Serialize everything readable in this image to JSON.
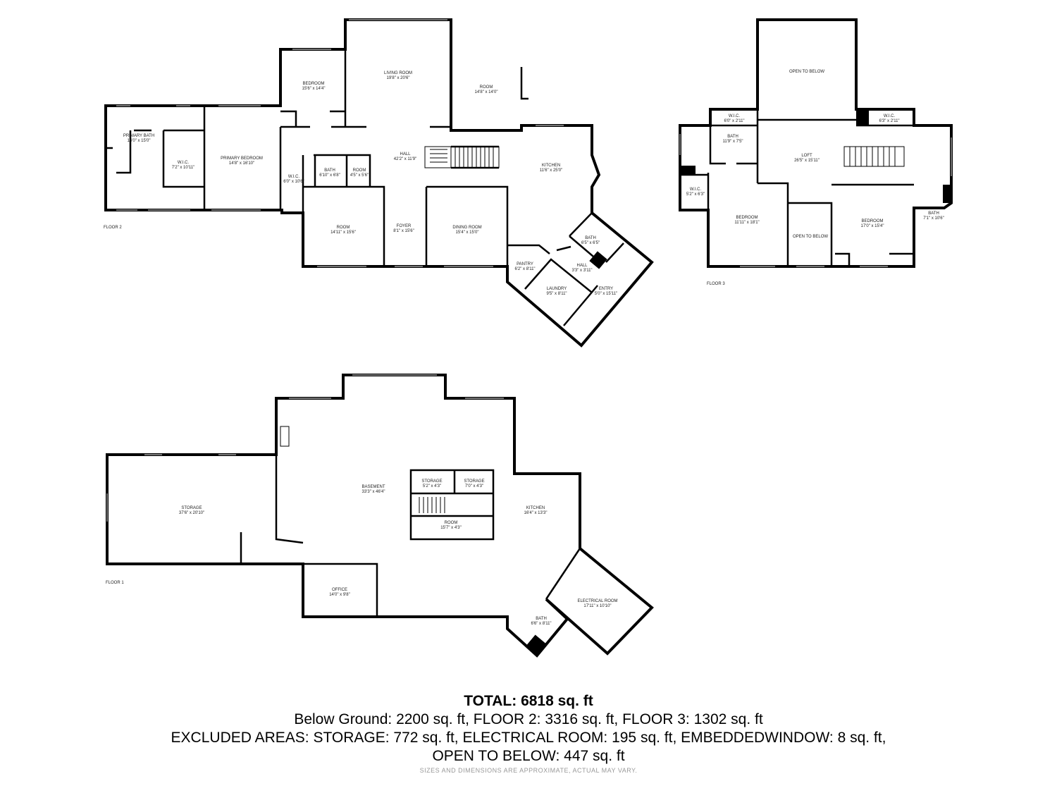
{
  "floors": [
    {
      "label": "FLOOR 2",
      "rooms": [
        {
          "name": "BEDROOM",
          "dims": "15'6\" x 14'4\""
        },
        {
          "name": "LIVING ROOM",
          "dims": "19'8\" x 20'6\""
        },
        {
          "name": "ROOM",
          "dims": "14'8\" x 14'0\""
        },
        {
          "name": "PRIMARY BATH",
          "dims": "16'0\" x 15'0\""
        },
        {
          "name": "W.I.C.",
          "dims": "7'2\" x 10'11\""
        },
        {
          "name": "PRIMARY BEDROOM",
          "dims": "14'8\" x 16'10\""
        },
        {
          "name": "W.I.C.",
          "dims": "6'0\" x 10'6\""
        },
        {
          "name": "BATH",
          "dims": "6'10\" x 6'8\""
        },
        {
          "name": "ROOM",
          "dims": "4'5\" x 5'6\""
        },
        {
          "name": "HALL",
          "dims": "42'2\" x 11'9\""
        },
        {
          "name": "KITCHEN",
          "dims": "11'6\" x 25'0\""
        },
        {
          "name": "ROOM",
          "dims": "14'11\" x 15'6\""
        },
        {
          "name": "FOYER",
          "dims": "8'1\" x 15'6\""
        },
        {
          "name": "DINING ROOM",
          "dims": "15'4\" x 15'0\""
        },
        {
          "name": "BATH",
          "dims": "6'5\" x 6'5\""
        },
        {
          "name": "HALL",
          "dims": "3'3\" x 3'11\""
        },
        {
          "name": "PANTRY",
          "dims": "6'2\" x 8'11\""
        },
        {
          "name": "LAUNDRY",
          "dims": "9'5\" x 8'11\""
        },
        {
          "name": "ENTRY",
          "dims": "5'0\" x 15'11\""
        }
      ]
    },
    {
      "label": "FLOOR 3",
      "rooms": [
        {
          "name": "OPEN TO BELOW",
          "dims": ""
        },
        {
          "name": "W.I.C.",
          "dims": "6'0\" x 2'11\""
        },
        {
          "name": "W.I.C.",
          "dims": "6'3\" x 2'11\""
        },
        {
          "name": "BATH",
          "dims": "11'9\" x 7'5\""
        },
        {
          "name": "LOFT",
          "dims": "26'5\" x 15'11\""
        },
        {
          "name": "W.I.C.",
          "dims": "5'2\" x 6'3\""
        },
        {
          "name": "BEDROOM",
          "dims": "11'11\" x 18'1\""
        },
        {
          "name": "OPEN TO BELOW",
          "dims": ""
        },
        {
          "name": "BEDROOM",
          "dims": "17'0\" x 15'4\""
        },
        {
          "name": "BATH",
          "dims": "7'1\" x 10'6\""
        }
      ]
    },
    {
      "label": "FLOOR 1",
      "rooms": [
        {
          "name": "STORAGE",
          "dims": "37'6\" x 20'10\""
        },
        {
          "name": "BASEMENT",
          "dims": "33'3\" x 46'4\""
        },
        {
          "name": "STORAGE",
          "dims": "5'2\" x 4'3\""
        },
        {
          "name": "STORAGE",
          "dims": "7'0\" x 4'3\""
        },
        {
          "name": "ROOM",
          "dims": "15'7\" x 4'3\""
        },
        {
          "name": "KITCHEN",
          "dims": "16'4\" x 13'3\""
        },
        {
          "name": "OFFICE",
          "dims": "14'0\" x 9'8\""
        },
        {
          "name": "ELECTRICAL ROOM",
          "dims": "17'11\" x 10'10\""
        },
        {
          "name": "BATH",
          "dims": "6'6\" x 8'11\""
        }
      ]
    }
  ],
  "summary": {
    "total": "TOTAL: 6818 sq. ft",
    "line1": "Below Ground: 2200 sq. ft, FLOOR 2: 3316 sq. ft, FLOOR 3: 1302 sq. ft",
    "line2": "EXCLUDED AREAS: STORAGE: 772 sq. ft, ELECTRICAL ROOM: 195 sq. ft, EMBEDDEDWINDOW: 8 sq. ft,",
    "line3": "OPEN TO BELOW: 447 sq. ft",
    "disclaimer": "SIZES AND DIMENSIONS ARE APPROXIMATE, ACTUAL MAY VARY."
  }
}
